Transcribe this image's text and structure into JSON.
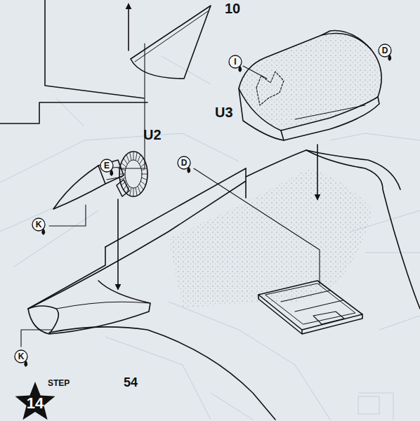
{
  "diagram": {
    "nodes": [
      {
        "text": [
          "E"
        ]
      },
      {
        "text": [
          "I"
        ]
      },
      {
        "text": [
          "D"
        ]
      },
      {
        "text": [
          "D"
        ]
      },
      {
        "text": [
          "K"
        ]
      },
      {
        "text": [
          "K"
        ]
      },
      {
        "text": [
          "STEP",
          "14"
        ]
      }
    ],
    "labels": [
      "10",
      "U3",
      "U2",
      "54"
    ]
  }
}
